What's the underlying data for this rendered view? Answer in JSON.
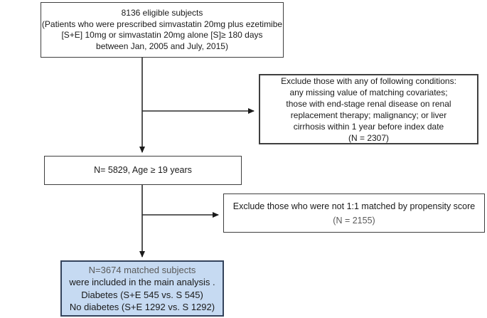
{
  "colors": {
    "box_border": "#3f3f3f",
    "highlight_fill": "#c6daf2",
    "highlight_border": "#34435c",
    "text": "#1a1a1a",
    "muted_text": "#5a5a5a",
    "arrow": "#2b2b2b"
  },
  "flowchart": {
    "eligible_box": {
      "lines": [
        "8136 eligible subjects",
        "(Patients who were prescribed simvastatin 20mg plus ezetimibe",
        "[S+E] 10mg or simvastatin 20mg alone [S]≥ 180 days",
        "between Jan, 2005 and July, 2015)"
      ]
    },
    "exclusion1_box": {
      "lines": [
        "Exclude those with any of following conditions:",
        "any missing value of matching covariates;",
        "those with end-stage renal disease on renal",
        "replacement therapy; malignancy; or liver",
        "cirrhosis within 1 year before index date",
        "(N = 2307)"
      ]
    },
    "age_box": {
      "lines": [
        "N= 5829, Age ≥ 19 years"
      ]
    },
    "exclusion2_box": {
      "lines": [
        "Exclude those who were not 1:1 matched by propensity score",
        "(N = 2155)"
      ]
    },
    "matched_box": {
      "lines": [
        "N=3674 matched subjects",
        "were included in the main analysis .",
        "Diabetes (S+E 545 vs. S 545)",
        "No diabetes (S+E 1292 vs. S 1292)"
      ]
    }
  }
}
